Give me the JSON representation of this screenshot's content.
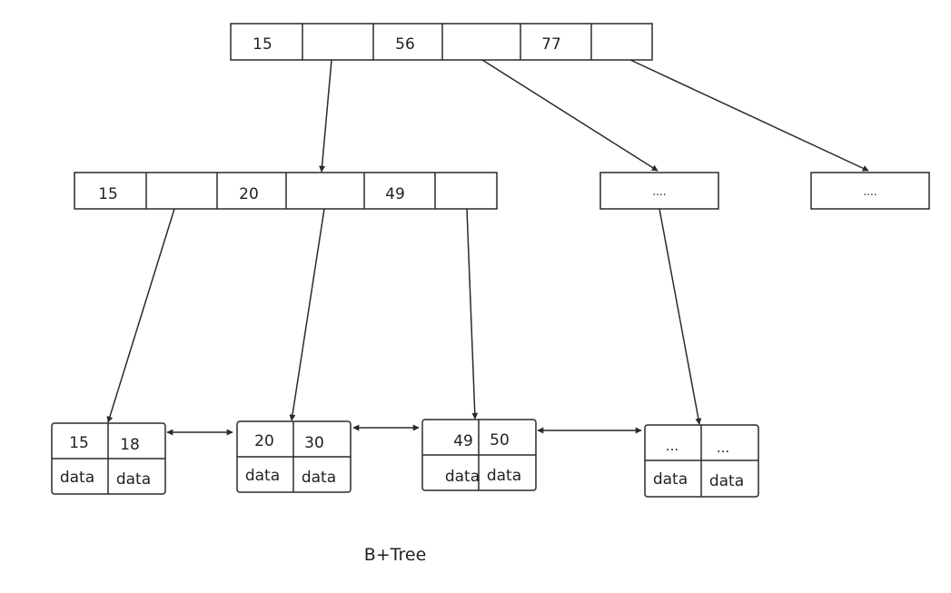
{
  "caption": "B+Tree",
  "root": {
    "keys": [
      "15",
      "",
      "56",
      "",
      "77",
      ""
    ]
  },
  "internal": {
    "left": {
      "keys": [
        "15",
        "",
        "20",
        "",
        "49",
        ""
      ]
    },
    "middle": {
      "text": "...."
    },
    "right": {
      "text": "...."
    }
  },
  "leaves": [
    {
      "keys": [
        "15",
        "18"
      ],
      "data": [
        "data",
        "data"
      ]
    },
    {
      "keys": [
        "20",
        "30"
      ],
      "data": [
        "data",
        "data"
      ]
    },
    {
      "keys": [
        "49",
        "50"
      ],
      "data": [
        "data",
        "data"
      ]
    },
    {
      "keys": [
        "...",
        "..."
      ],
      "data": [
        "data",
        "data"
      ]
    }
  ]
}
